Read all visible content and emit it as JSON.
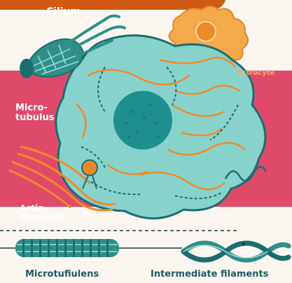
{
  "labels": {
    "cilium": "Cilium",
    "microtubulus": "Micro-\ntubulus",
    "actin": "Actin\nfilaments",
    "astrocyte": "Astrocyte",
    "microtubules_bottom": "Microtufiulens",
    "intermediate": "Intermediate filaments"
  },
  "colors": {
    "background": "#fbf7f0",
    "header_band": "#d15a12",
    "pink_band": "#e04a6a",
    "cell_body": "#87d3cc",
    "cell_outline": "#1d6d6f",
    "nucleus": "#1f8f8e",
    "teal_dark": "#1d6d6f",
    "orange": "#f08a28",
    "astro_fill": "#f3a94c",
    "label_dark": "#1d5c60"
  }
}
